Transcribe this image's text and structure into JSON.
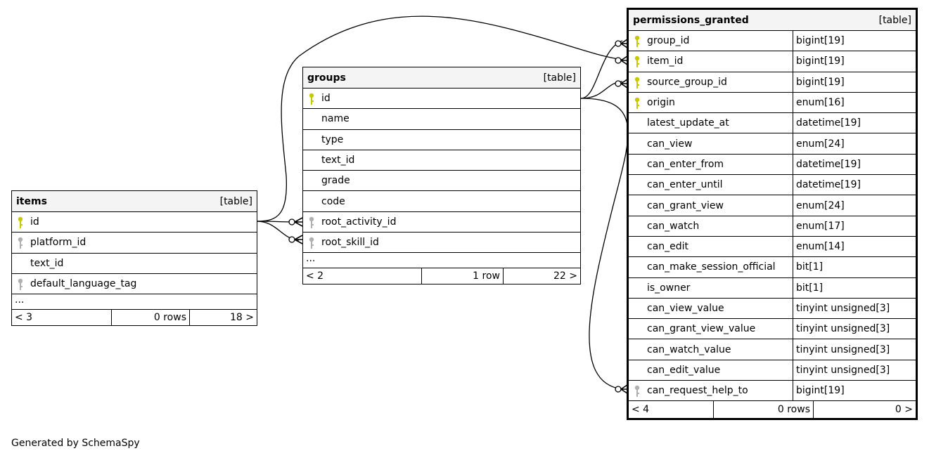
{
  "tables": {
    "items": {
      "name": "items",
      "kind": "[table]",
      "columns": [
        {
          "name": "id",
          "key": "primary"
        },
        {
          "name": "platform_id",
          "key": "foreign"
        },
        {
          "name": "text_id",
          "key": "none"
        },
        {
          "name": "default_language_tag",
          "key": "foreign"
        }
      ],
      "more": "...",
      "footer": {
        "parents": "< 3",
        "rows": "0 rows",
        "children": "18 >"
      }
    },
    "groups": {
      "name": "groups",
      "kind": "[table]",
      "columns": [
        {
          "name": "id",
          "key": "primary"
        },
        {
          "name": "name",
          "key": "none"
        },
        {
          "name": "type",
          "key": "none"
        },
        {
          "name": "text_id",
          "key": "none"
        },
        {
          "name": "grade",
          "key": "none"
        },
        {
          "name": "code",
          "key": "none"
        },
        {
          "name": "root_activity_id",
          "key": "foreign"
        },
        {
          "name": "root_skill_id",
          "key": "foreign"
        }
      ],
      "more": "...",
      "footer": {
        "parents": "< 2",
        "rows": "1 row",
        "children": "22 >"
      }
    },
    "permissions_granted": {
      "name": "permissions_granted",
      "kind": "[table]",
      "columns": [
        {
          "name": "group_id",
          "type": "bigint[19]",
          "key": "primary"
        },
        {
          "name": "item_id",
          "type": "bigint[19]",
          "key": "primary"
        },
        {
          "name": "source_group_id",
          "type": "bigint[19]",
          "key": "primary"
        },
        {
          "name": "origin",
          "type": "enum[16]",
          "key": "primary"
        },
        {
          "name": "latest_update_at",
          "type": "datetime[19]",
          "key": "none"
        },
        {
          "name": "can_view",
          "type": "enum[24]",
          "key": "none"
        },
        {
          "name": "can_enter_from",
          "type": "datetime[19]",
          "key": "none"
        },
        {
          "name": "can_enter_until",
          "type": "datetime[19]",
          "key": "none"
        },
        {
          "name": "can_grant_view",
          "type": "enum[24]",
          "key": "none"
        },
        {
          "name": "can_watch",
          "type": "enum[17]",
          "key": "none"
        },
        {
          "name": "can_edit",
          "type": "enum[14]",
          "key": "none"
        },
        {
          "name": "can_make_session_official",
          "type": "bit[1]",
          "key": "none"
        },
        {
          "name": "is_owner",
          "type": "bit[1]",
          "key": "none"
        },
        {
          "name": "can_view_value",
          "type": "tinyint unsigned[3]",
          "key": "none"
        },
        {
          "name": "can_grant_view_value",
          "type": "tinyint unsigned[3]",
          "key": "none"
        },
        {
          "name": "can_watch_value",
          "type": "tinyint unsigned[3]",
          "key": "none"
        },
        {
          "name": "can_edit_value",
          "type": "tinyint unsigned[3]",
          "key": "none"
        },
        {
          "name": "can_request_help_to",
          "type": "bigint[19]",
          "key": "foreign"
        }
      ],
      "footer": {
        "parents": "< 4",
        "rows": "0 rows",
        "children": "0 >"
      }
    }
  },
  "footnote": "Generated by SchemaSpy",
  "colors": {
    "primary_key": "#c8c800",
    "foreign_key": "#b0b0b0",
    "header_bg": "#f4f4f4"
  },
  "icons": {
    "primary": "primary-key-icon",
    "foreign": "foreign-key-icon"
  }
}
